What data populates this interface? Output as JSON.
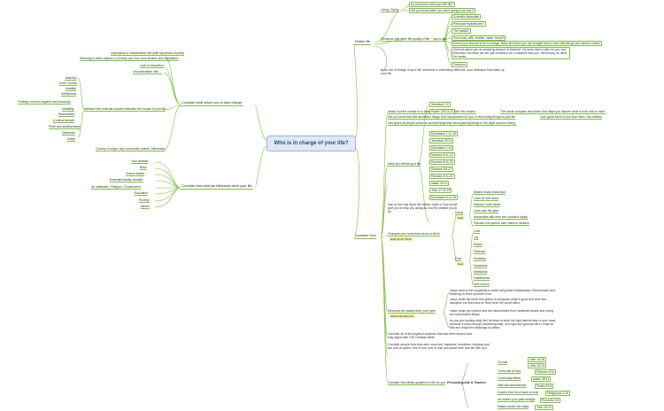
{
  "central": "Who is in charge of your life?",
  "branches": {
    "define": "Define life",
    "consider_drives": "Consider what drives you to take charge.",
    "external": "Consider how external influences drive your life",
    "god": "Consider God"
  },
  "define_life": {
    "living_dying": "Living / Dying",
    "living_items": [
      "Do you know when you will die?",
      "Did you know when you were going to be born?"
    ],
    "decisions": "Decisions that steer the quality of life ~ day to day",
    "decision_items": [
      "Scientific deduction",
      "Personal experiences?",
      "The media?",
      "Your boss, wife, brother, sister, friend?",
      "Even if you choose to be in charge, there are times you are brought face to face with things you cannot control."
    ],
    "god_gave": "God has given you an amazing amount of freedom. He does have a plan for you, but that does not mean we are just created to be a machine and you, His beauty, do what He wants.",
    "freedom": "Freedom",
    "in_charge": "If you are in charge of your life, someone is exercising influence, your decisions that make up your life."
  },
  "drives": {
    "top": [
      "Importance & Independent self (with big sense of pride)",
      "Refusing to allow anyone or to keep you from your dreams and aspirations"
    ],
    "mid": [
      "Lack of education",
      "Uncomfortable with ..."
    ],
    "attitude": "Attitude from external sources that sets the course of your life",
    "attitude_items": [
      "Jealousy",
      "Inner Turmoil",
      "Hostility",
      "Selfishness",
      "Feelings of inner anguish and insecurity",
      "Irritability",
      "Resentment",
      "A critical temper",
      "Pride and stubbornness",
      "Defensive",
      "Unfair"
    ],
    "country": "Country of origin, city, community culture, influences"
  },
  "external": {
    "items": [
      "Your parents",
      "Boss",
      "Church leader",
      "Extended family member",
      "An institution / Religion / Government",
      "Education",
      "Poverty",
      "Abuse"
    ]
  },
  "god": {
    "intro": "Ideas God the creator is in charge of your life, but with His chosen.",
    "intro_right": "The moral compass and divine that helps you discern what is from who is mine.",
    "accept": "Did you know that this wonderful things God has planned for you, in this loving things of your life",
    "accept_right": "God, gives them to you love them. His children",
    "spirit": "God gives all people power to accept things that mean gaining things in His sight and love being.",
    "alive": "Have you define your life",
    "verses": [
      "Jeremiah 1:5",
      "Psalm 139:11-22",
      "Ephesians 1:11-16",
      "Jeremiah 29:11",
      "Ephesians 2:10",
      "Romans 8:11-22",
      "Romans 8:11-30",
      "Romans 8:6-27",
      "Romans 8:11-21",
      "Isaiah 43:12",
      "John 17:11-23",
      "Ephesians 6:13-19"
    ],
    "holy_spirit": "Say to His Holy Spirit the hidden Spirit of God would give you to help you along as God he created you to be.",
    "changes": "Changes your heart from stone to flesh",
    "changes_tag": "Ezek 11:19, 36:26",
    "doing": "Doing",
    "doing_tag": "Fear",
    "doing_items": [
      "Makes Godly instruction",
      "Lives for self alone",
      "Rejects God's Word",
      "Lives with the grief",
      "Associates with men who practice equity",
      "Practice evil speech with intent to deceive"
    ],
    "fruit": "Fruit",
    "fruit_tag": "Fear",
    "fruit_items": [
      "Love",
      "Joy",
      "Peace",
      "Patience",
      "Kindness",
      "Goodness",
      "Meekness",
      "Faithfulness",
      "Self-Control"
    ],
    "removes": "Removes the scales from your eyes",
    "removes_tag": "Acts 9:18, Heb 4:12",
    "removes_items": [
      "Jesus went to the hospitality to build loving kind relationships. Discernment and teaching to clean yourself more.",
      "Jesus heals the hurts and grieve to recognize what is good and wise and discipline our lives and be more than the world offers.",
      "Jesus heals the hopeful and the discernment from hardened hearts and loving the most foolish things.",
      "As you are trusting daily life His heart to seek the right without fear of your heart because it sees through something wise, and right and good as life to hope as first and reaps the blessings of others."
    ],
    "physical": "Consider all of the physical evidence that has been around and only aligns with The Christian Bible.",
    "people": "Consider people lives that were once lost, hopeless, homeless, helpless and are now at peace, free to live, free to love and share their new life with you.",
    "guide": "Consider His infinite guidance in life for you",
    "guide_label": "Personal guide & Teacher",
    "guide_items": [
      {
        "label": "To truth",
        "refs": [
          "John 14:26",
          "John 15:13"
        ]
      },
      {
        "label": "To the will of God",
        "refs": [
          "Romans 8:14"
        ]
      },
      {
        "label": "Continually feeds",
        "refs": [
          "Isaiah 58:11"
        ]
      },
      {
        "label": "Instructs and teaches",
        "refs": [
          "Psalm 32:8"
        ]
      },
      {
        "label": "Guides from error back to truth",
        "refs": [
          "Philippians 3:15"
        ]
      },
      {
        "label": "He makes your path straight",
        "refs": [
          "Proverbs 3:6"
        ]
      },
      {
        "label": "Makes known the ways",
        "refs": [
          "John 16:13"
        ]
      }
    ]
  }
}
